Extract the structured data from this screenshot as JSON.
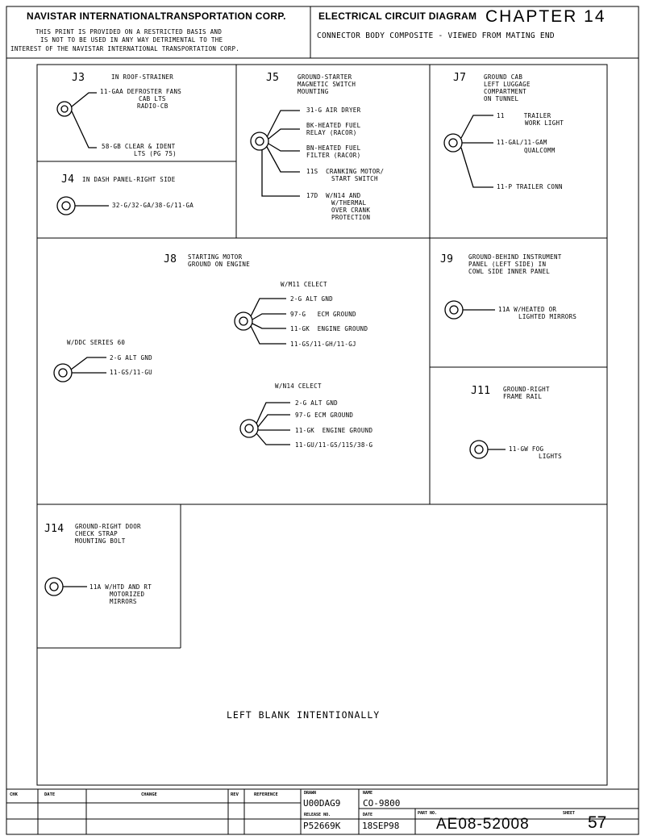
{
  "header": {
    "company": "NAVISTAR INTERNATIONALTRANSPORTATION CORP.",
    "notice": [
      "THIS PRINT IS PROVIDED ON A RESTRICTED BASIS AND",
      "IS NOT TO BE USED IN ANY WAY DETRIMENTAL TO THE",
      "INTEREST OF THE NAVISTAR INTERNATIONAL TRANSPORTATION CORP."
    ],
    "diagram_title": "ELECTRICAL CIRCUIT DIAGRAM",
    "chapter": "CHAPTER 14",
    "subtitle": "CONNECTOR BODY COMPOSITE - VIEWED FROM MATING END"
  },
  "connectors": {
    "j3": {
      "id": "J3",
      "desc": [
        "IN ROOF-STRAINER"
      ],
      "wires": [
        [
          "11-GAA DEFROSTER FANS",
          "CAB LTS",
          "RADIO-CB"
        ],
        [
          "58-GB CLEAR & IDENT",
          "LTS (PG 75)"
        ]
      ]
    },
    "j4": {
      "id": "J4",
      "desc": [
        "IN DASH PANEL-RIGHT SIDE"
      ],
      "wires": [
        [
          "32-G/32-GA/38-G/11-GA"
        ]
      ]
    },
    "j5": {
      "id": "J5",
      "desc": [
        "GROUND-STARTER",
        "MAGNETIC SWITCH",
        "MOUNTING"
      ],
      "wires": [
        [
          "31-G AIR DRYER"
        ],
        [
          "BK-HEATED FUEL",
          "RELAY (RACOR)"
        ],
        [
          "BN-HEATED FUEL",
          "FILTER (RACOR)"
        ],
        [
          "11S  CRANKING MOTOR/",
          "START SWITCH"
        ],
        [
          "17D  W/N14 AND",
          "W/THERMAL",
          "OVER CRANK",
          "PROTECTION"
        ]
      ]
    },
    "j7": {
      "id": "J7",
      "desc": [
        "GROUND CAB",
        "LEFT LUGGAGE",
        "COMPARTMENT",
        "ON TUNNEL"
      ],
      "wires": [
        [
          "11     TRAILER",
          "WORK LIGHT"
        ],
        [
          "11-GAL/11-GAM",
          "QUALCOMM"
        ],
        [
          "11-P TRAILER CONN"
        ]
      ]
    },
    "j8": {
      "id": "J8",
      "desc": [
        "STARTING MOTOR",
        "GROUND ON ENGINE"
      ],
      "m11_label": "W/M11 CELECT",
      "m11_wires": [
        "2-G ALT GND",
        "97-G   ECM GROUND",
        "11-GK  ENGINE GROUND",
        "11-GS/11-GH/11-GJ"
      ],
      "ddc_label": "W/DDC SERIES 60",
      "ddc_wires": [
        "2-G ALT GND",
        "11-GS/11-GU"
      ],
      "n14_label": "W/N14 CELECT",
      "n14_wires": [
        "2-G ALT GND",
        "97-G ECM GROUND",
        "11-GK  ENGINE GROUND",
        "11-GU/11-GS/11S/38-G"
      ]
    },
    "j9": {
      "id": "J9",
      "desc": [
        "GROUND-BEHIND INSTRUMENT",
        "PANEL (LEFT SIDE) IN",
        "COWL SIDE INNER PANEL"
      ],
      "wires": [
        [
          "11A W/HEATED OR",
          "LIGHTED MIRRORS"
        ]
      ]
    },
    "j11": {
      "id": "J11",
      "desc": [
        "GROUND-RIGHT",
        "FRAME RAIL"
      ],
      "wires": [
        [
          "11-GW FOG",
          "LIGHTS"
        ]
      ]
    },
    "j14": {
      "id": "J14",
      "desc": [
        "GROUND-RIGHT DOOR",
        "CHECK STRAP",
        "MOUNTING BOLT"
      ],
      "wires": [
        [
          "11A W/HTD AND RT",
          "MOTORIZED",
          "MIRRORS"
        ]
      ]
    }
  },
  "blank_note": "LEFT BLANK INTENTIONALLY",
  "title_block": {
    "headers": {
      "chk": "CHK",
      "date": "DATE",
      "change": "CHANGE",
      "rev": "REV",
      "reference": "REFERENCE"
    },
    "drawn_label": "DRAWN",
    "drawn": "U00DAG9",
    "name_label": "NAME",
    "name": "CO-9800",
    "release_label": "RELEASE NO.",
    "release": "P52669K",
    "date_label": "DATE",
    "date": "18SEP98",
    "part_label": "PART NO.",
    "part": "AE08-52008",
    "sheet_label": "SHEET",
    "sheet": "57"
  }
}
